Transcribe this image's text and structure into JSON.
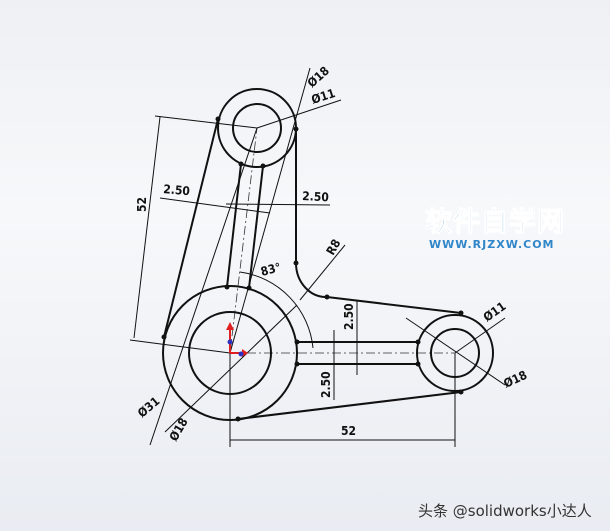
{
  "drawing": {
    "dimensions": {
      "top_outer_dia": "Ø18",
      "top_inner_dia": "Ø11",
      "right_inner_dia": "Ø11",
      "right_outer_dia": "Ø18",
      "big_outer_dia": "Ø31",
      "big_inner_dia": "Ø18",
      "vertical_length": "52",
      "horizontal_length": "52",
      "arm_width_left": "2.50",
      "arm_width_right": "2.50",
      "h_arm_width_top": "2.50",
      "h_arm_width_bottom": "2.50",
      "fillet_radius": "R8",
      "angle": "83°"
    }
  },
  "watermark": {
    "title": "软件自学网",
    "url": "WWW.RJZXW.COM",
    "color": "#2f86c8"
  },
  "credit": "头条 @solidworks小达人"
}
